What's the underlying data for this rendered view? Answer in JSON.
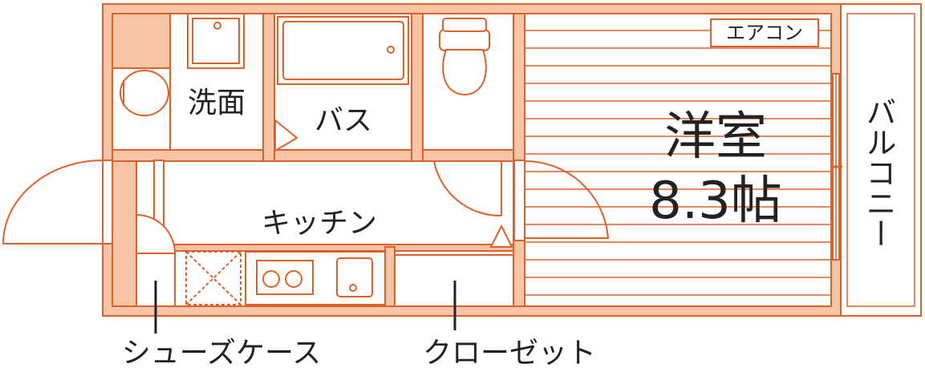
{
  "rooms": {
    "washroom": "洗面",
    "bath": "バス",
    "kitchen": "キッチン",
    "western_room": "洋室",
    "western_room_size": "8.3帖",
    "balcony": "バルコニー"
  },
  "features": {
    "aircon": "エアコン"
  },
  "callouts": {
    "shoe_case": "シューズケース",
    "closet": "クローゼット"
  },
  "colors": {
    "wall_fill": "#f8c4a6",
    "line": "#e0602a",
    "text": "#222222"
  }
}
